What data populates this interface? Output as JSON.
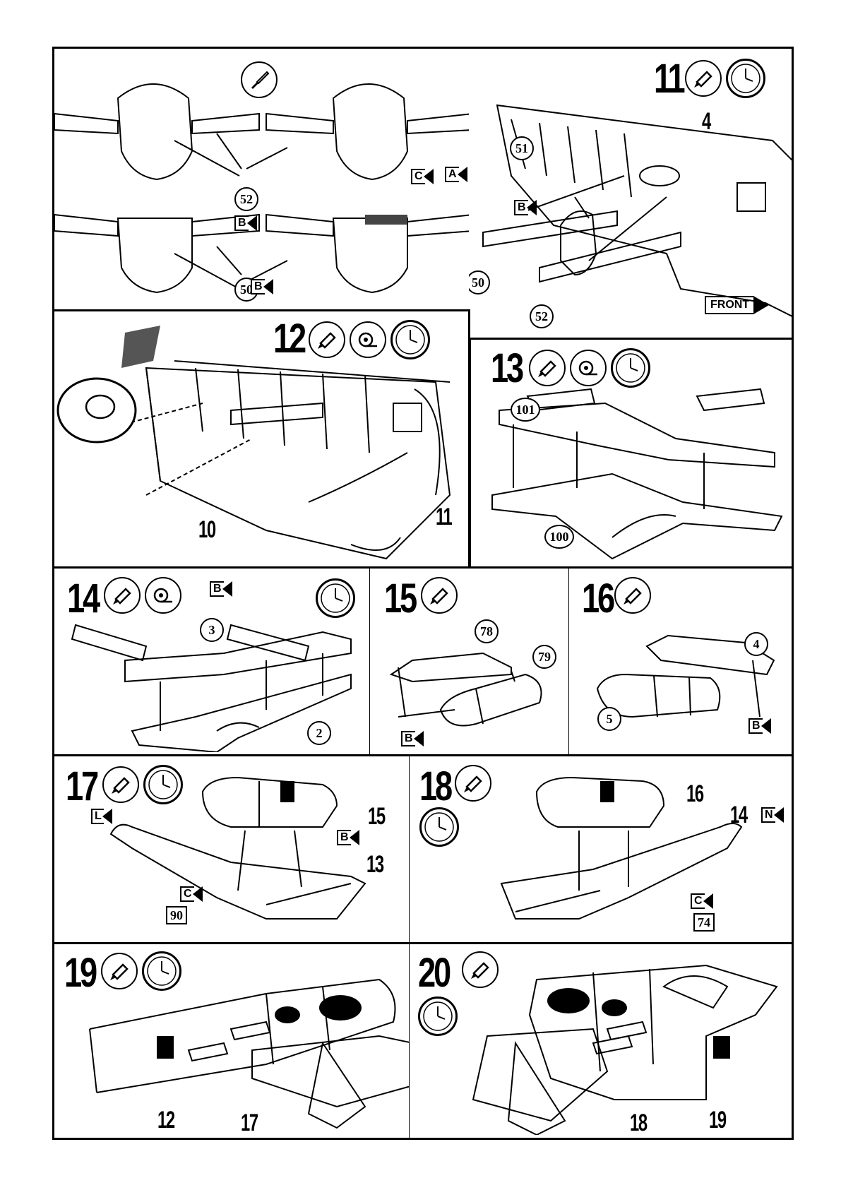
{
  "steps": {
    "top": {
      "labels": {
        "p52": "52",
        "p50": "50",
        "B1": "B",
        "B2": "B",
        "C": "C",
        "A": "A"
      }
    },
    "s11": {
      "num": "11",
      "labels": {
        "p4": "4",
        "p51": "51",
        "p50": "50",
        "p52": "52",
        "B": "B",
        "front": "FRONT"
      }
    },
    "s12": {
      "num": "12",
      "labels": {
        "p10": "10",
        "p11": "11"
      }
    },
    "s13": {
      "num": "13",
      "labels": {
        "p101": "101",
        "p100": "100"
      }
    },
    "s14": {
      "num": "14",
      "labels": {
        "p3": "3",
        "p2": "2",
        "B": "B"
      }
    },
    "s15": {
      "num": "15",
      "labels": {
        "p78": "78",
        "p79": "79",
        "B": "B"
      }
    },
    "s16": {
      "num": "16",
      "labels": {
        "p4": "4",
        "p5": "5",
        "B": "B"
      }
    },
    "s17": {
      "num": "17",
      "labels": {
        "L": "L",
        "p15": "15",
        "B": "B",
        "p13": "13",
        "C": "C",
        "p90": "90"
      }
    },
    "s18": {
      "num": "18",
      "labels": {
        "p16": "16",
        "p14": "14",
        "N": "N",
        "C": "C",
        "p74": "74"
      }
    },
    "s19": {
      "num": "19",
      "labels": {
        "p12": "12",
        "p17": "17"
      }
    },
    "s20": {
      "num": "20",
      "labels": {
        "p18": "18",
        "p19": "19"
      }
    }
  },
  "icons": {
    "glue": "glue-tube-icon",
    "tape": "tape-icon",
    "clock": "drying-time-clock-icon",
    "brush": "paint-brush-icon"
  }
}
